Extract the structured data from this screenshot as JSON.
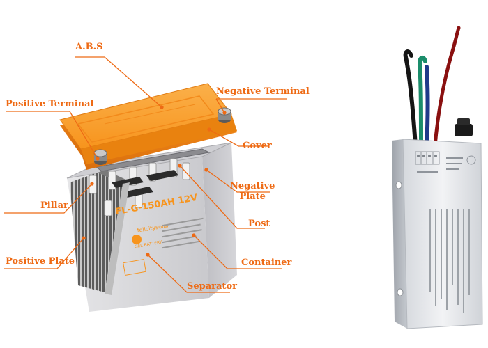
{
  "colors": {
    "accent": "#ee6a14",
    "cover_orange": "#f7941d",
    "battery_body": "#d9d9dc",
    "controller_body": "#e4e6ea"
  },
  "battery_diagram": {
    "labels": {
      "abs": "A.B.S",
      "positive_terminal": "Positive Terminal",
      "negative_terminal": "Negative Terminal",
      "cover": "Cover",
      "negative_plate": "Negative\nPlate",
      "pillar": "Pillar",
      "post": "Post",
      "positive_plate": "Positive Plate",
      "container": "Container",
      "separator": "Separator"
    },
    "battery_print": {
      "model": "FL-G-150AH 12V",
      "brand": "felicitysolar",
      "type": "GEL BATTERY"
    }
  },
  "controller": {
    "wire_colors": [
      "#151515",
      "#1b8d6b",
      "#1f3a8a",
      "#8a1010"
    ]
  }
}
